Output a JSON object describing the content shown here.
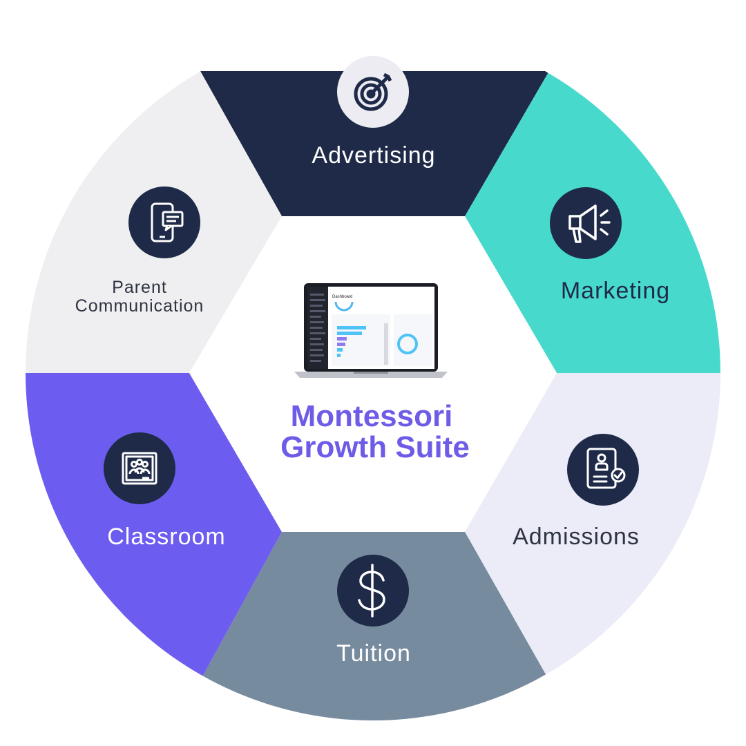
{
  "title": {
    "line1": "Montessori",
    "line2": "Growth Suite",
    "color": "#6C5CE7"
  },
  "segments": [
    {
      "id": "advertising",
      "label": "Advertising",
      "color": "#1E2A47",
      "text_color": "#FFFFFF",
      "icon": "target-icon"
    },
    {
      "id": "marketing",
      "label": "Marketing",
      "color": "#47D9CB",
      "text_color": "#1E2A47",
      "icon": "megaphone-icon"
    },
    {
      "id": "admissions",
      "label": "Admissions",
      "color": "#ECECF8",
      "text_color": "#2F3441",
      "icon": "badge-check-icon"
    },
    {
      "id": "tuition",
      "label": "Tuition",
      "color": "#778B9F",
      "text_color": "#FFFFFF",
      "icon": "dollar-icon"
    },
    {
      "id": "classroom",
      "label": "Classroom",
      "color": "#6C5CF0",
      "text_color": "#FFFFFF",
      "icon": "classroom-board-icon"
    },
    {
      "id": "parent-communication",
      "label_line1": "Parent",
      "label_line2": "Communication",
      "color": "#EFEFF1",
      "text_color": "#2F3441",
      "icon": "phone-message-icon"
    }
  ],
  "icon_circle_color": "#1E2A47",
  "laptop": {
    "screen_title": "Dashboard",
    "icon": "laptop-dashboard-image"
  }
}
